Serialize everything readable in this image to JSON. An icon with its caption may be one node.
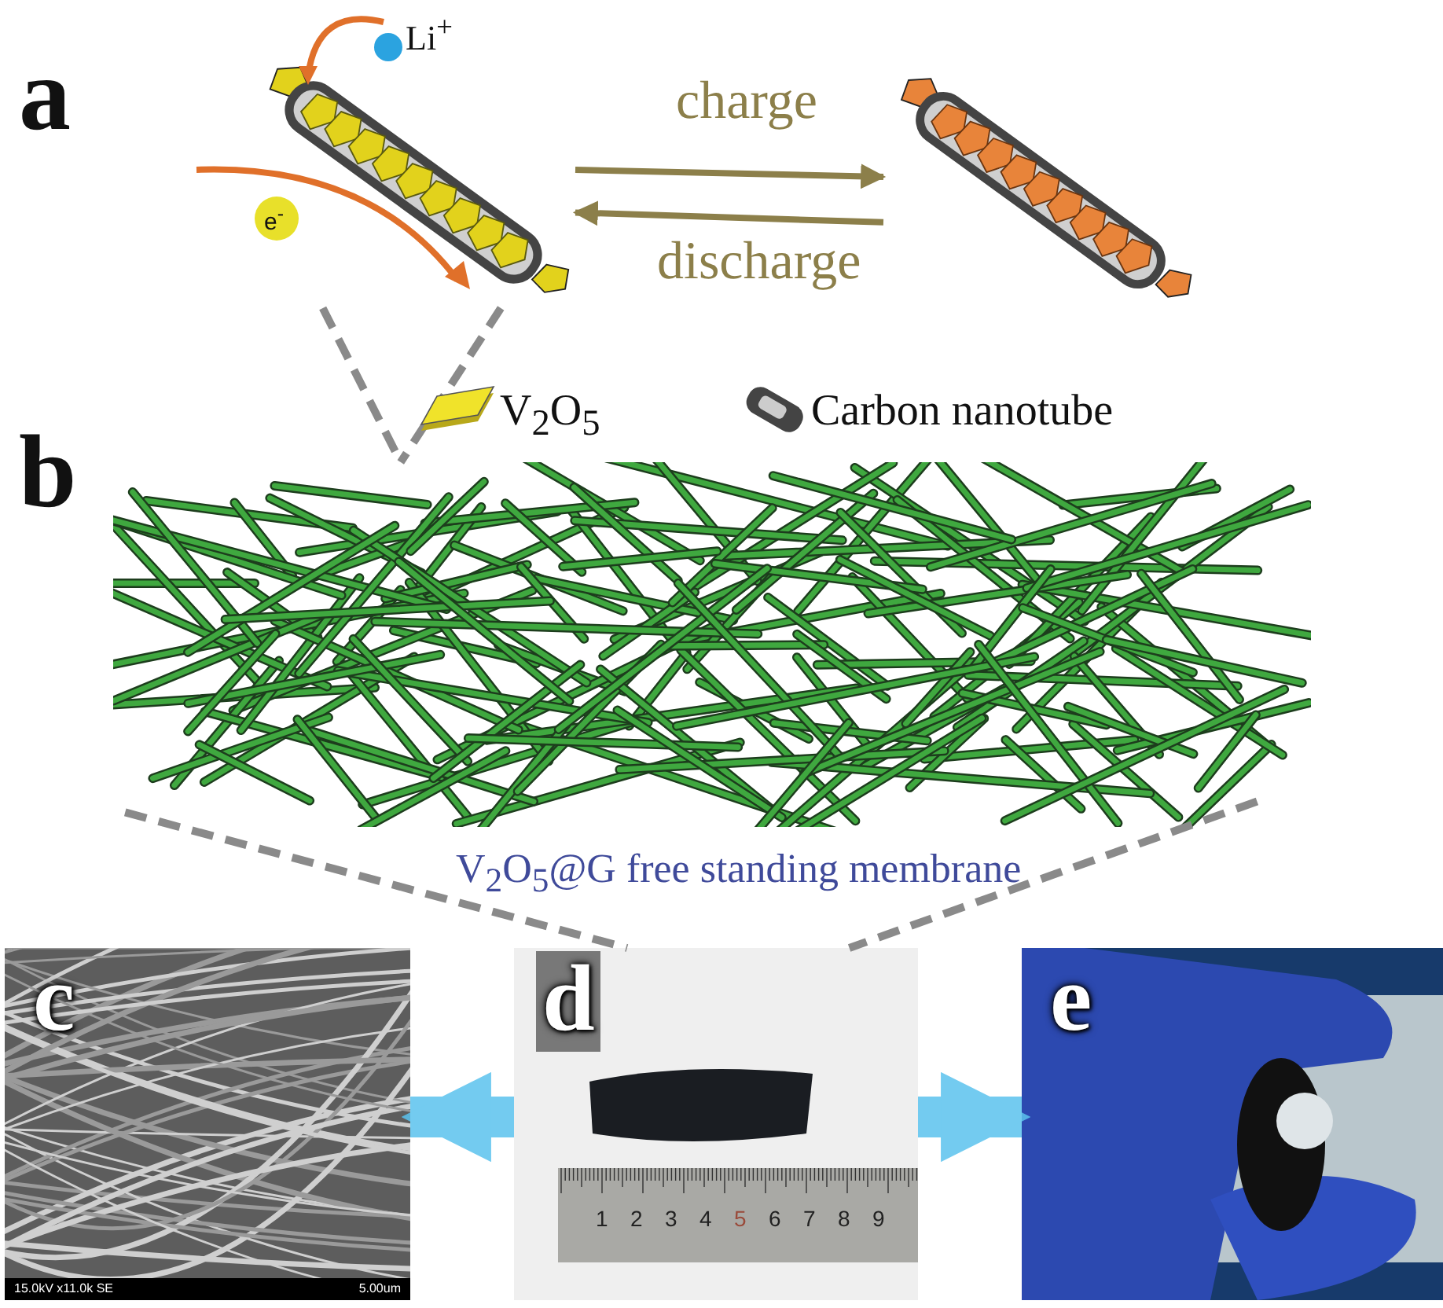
{
  "diagram": {
    "nodes": [
      {
        "text": [],
        "shape": "picture"
      },
      {
        "text": [],
        "shape": "picture"
      },
      {
        "text": [],
        "shape": "picture",
        "beside": [
          "V$_{2}$O$_{5}$@G free standing membrane"
        ]
      },
      {
        "text": [
          "c"
        ]
      },
      {
        "text": [
          "d"
        ]
      },
      {
        "text": [
          "e"
        ]
      }
    ],
    "edges": [
      {
        "from": 0,
        "to": 1,
        "arrow": "to",
        "label": "charge",
        "color": "#8c7f4a"
      },
      {
        "from": 1,
        "to": 0,
        "arrow": "to",
        "label": "discharge",
        "color": "#8c7f4a"
      },
      {
        "from": 0,
        "to": 2,
        "arrow": "none",
        "style": "dashed",
        "color": "#8a8a8a"
      },
      {
        "from": 0,
        "to": 2,
        "arrow": "none",
        "style": "dashed",
        "color": "#8a8a8a"
      },
      {
        "from": 2,
        "to": 4,
        "arrow": "none",
        "style": "dashed",
        "color": "#8a8a8a"
      },
      {
        "from": 2,
        "to": 4,
        "arrow": "none",
        "style": "dashed",
        "color": "#8a8a8a"
      },
      {
        "from": 4,
        "to": 3,
        "arrow": "to",
        "style": "thick",
        "color": "#5bc3ee"
      },
      {
        "from": 4,
        "to": 5,
        "arrow": "to",
        "style": "thick",
        "color": "#5bc3ee"
      }
    ],
    "labels": [
      "a",
      "b",
      "Li$^{+}$",
      "e$^{-}$",
      "15.0kV x11.0k SE",
      "5.00um",
      "1",
      "2",
      "3",
      "4",
      "5",
      "6",
      "7",
      "8",
      "9"
    ],
    "legend": [
      {
        "text": "V$_{2}$O$_{5}$"
      },
      {
        "text": "Carbon nanotube"
      }
    ]
  }
}
